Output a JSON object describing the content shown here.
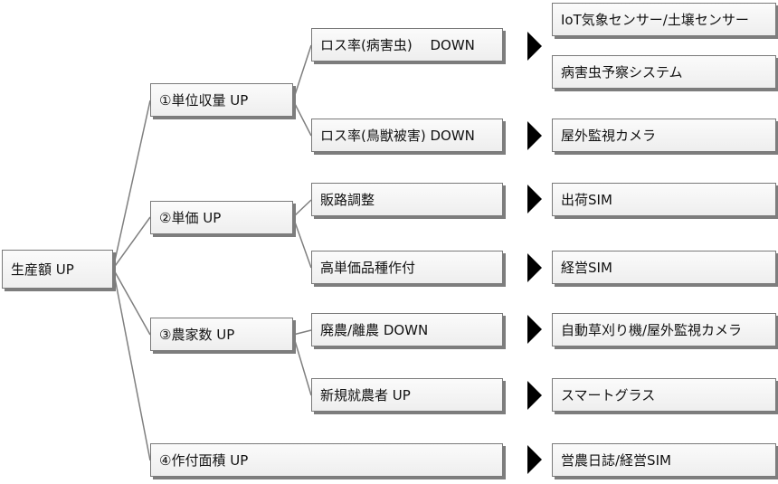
{
  "root": {
    "label": "生産額 UP"
  },
  "levels": [
    {
      "label": "①単位収量 UP"
    },
    {
      "label": "②単価 UP"
    },
    {
      "label": "③農家数 UP"
    },
    {
      "label": "④作付面積 UP"
    }
  ],
  "factors": [
    {
      "label": "ロス率(病害虫)　 DOWN"
    },
    {
      "label": "ロス率(鳥獣被害) DOWN"
    },
    {
      "label": "販路調整"
    },
    {
      "label": "高単価品種作付"
    },
    {
      "label": "廃農/離農 DOWN"
    },
    {
      "label": "新規就農者 UP"
    }
  ],
  "solutions": [
    {
      "label": "IoT気象センサー/土壌センサー"
    },
    {
      "label": "病害虫予察システム"
    },
    {
      "label": "屋外監視カメラ"
    },
    {
      "label": "出荷SIM"
    },
    {
      "label": "経営SIM"
    },
    {
      "label": "自動草刈り機/屋外監視カメラ"
    },
    {
      "label": "スマートグラス"
    },
    {
      "label": "営農日誌/経営SIM"
    }
  ]
}
